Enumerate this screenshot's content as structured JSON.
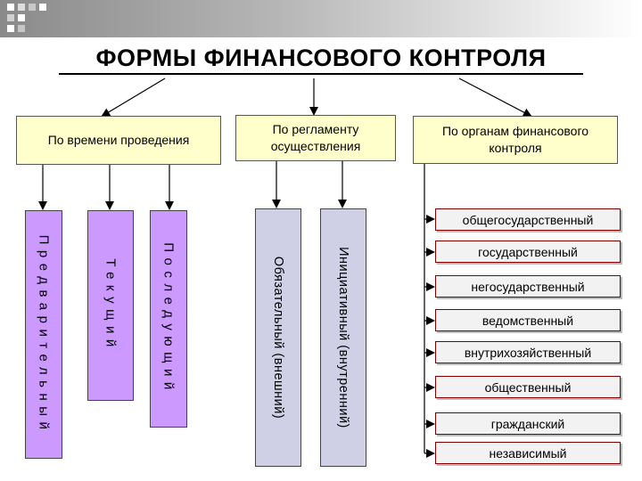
{
  "title": "ФОРМЫ ФИНАНСОВОГО КОНТРОЛЯ",
  "categories": [
    {
      "label": "По времени проведения"
    },
    {
      "label": "По регламенту осуществления"
    },
    {
      "label": "По органам финансового контроля"
    }
  ],
  "by_time": [
    "Предварительный",
    "Текущий",
    "Последующий"
  ],
  "by_regulation": [
    "Обязательный (внешний)",
    "Инициативный (внутренний)"
  ],
  "by_bodies": [
    "общегосударственный",
    "государственный",
    "негосударственный",
    "ведомственный",
    "внутрихозяйственный",
    "общественный",
    "гражданский",
    "независимый"
  ],
  "colors": {
    "category_fill": "#ffffcc",
    "time_fill": "#cc99ff",
    "regulation_fill": "#cfd0e6",
    "body_fill": "#f2f2f2",
    "body_border": "#800000"
  }
}
